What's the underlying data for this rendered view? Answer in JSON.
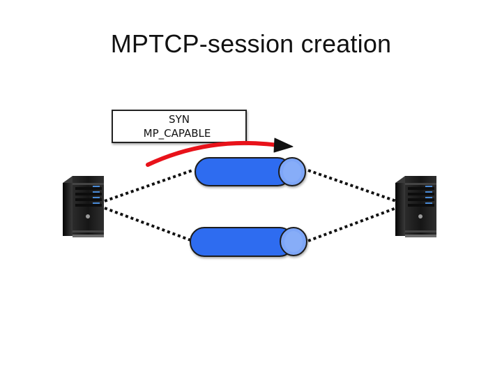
{
  "slide": {
    "title": "MPTCP-session creation"
  },
  "packet_label": {
    "line1": "SYN",
    "line2": "MP_CAPABLE"
  },
  "nodes": {
    "left": "server-icon",
    "right": "server-icon"
  },
  "subflows": [
    "subflow-tunnel",
    "subflow-tunnel"
  ],
  "colors": {
    "arrow": "#e8121a",
    "tunnel_body": "#2f6cf0",
    "tunnel_cap": "#7ea6f7",
    "link": "#111111"
  }
}
